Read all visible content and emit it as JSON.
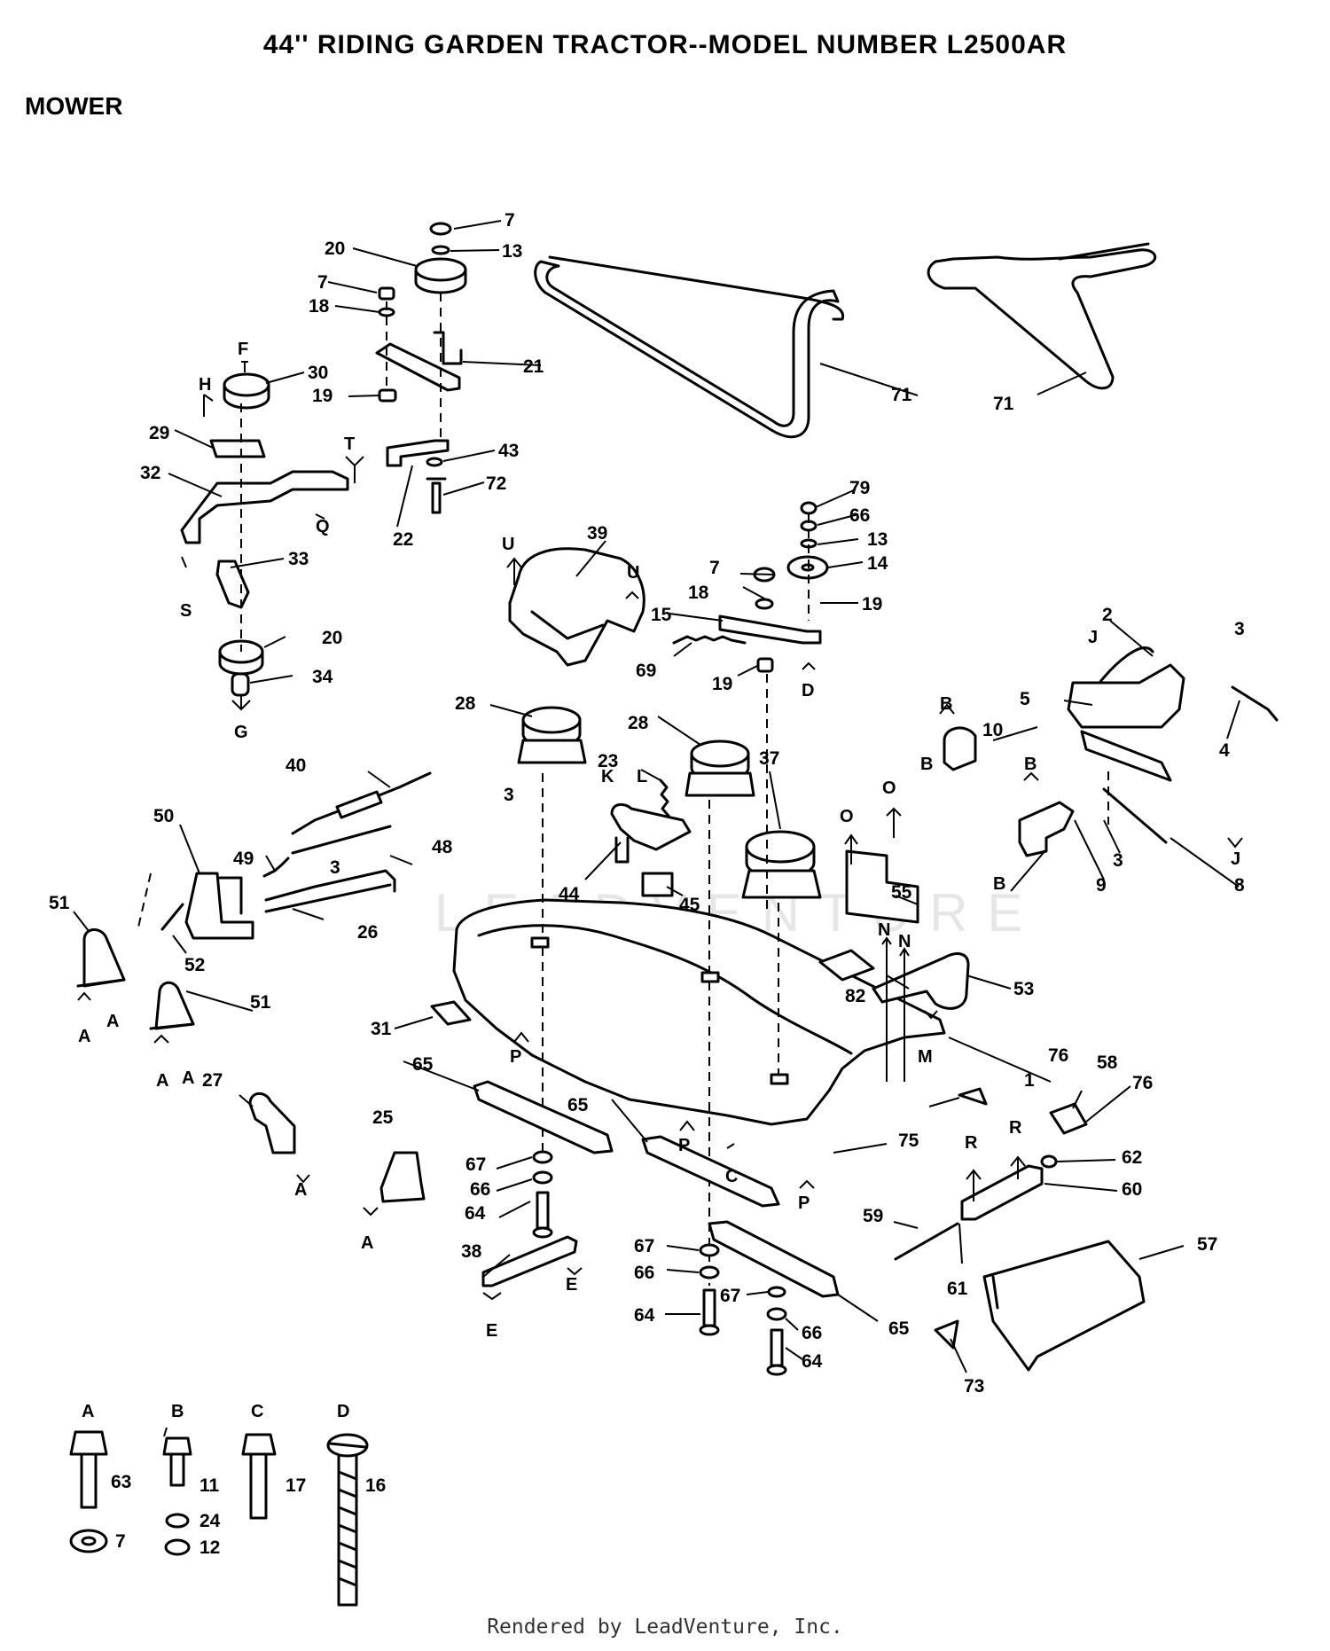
{
  "header": {
    "title": "44'' RIDING GARDEN TRACTOR--MODEL NUMBER L2500AR",
    "section": "MOWER"
  },
  "watermark": "LEADVENTURE",
  "footer": {
    "credit": "Rendered by LeadVenture, Inc."
  },
  "callouts": {
    "p1": "1",
    "p2": "2",
    "p3": "3",
    "p4": "4",
    "p5": "5",
    "p7": "7",
    "p8": "8",
    "p9": "9",
    "p10": "10",
    "p13": "13",
    "p14": "14",
    "p15": "15",
    "p18": "18",
    "p19": "19",
    "p20": "20",
    "p21": "21",
    "p22": "22",
    "p23": "23",
    "p25": "25",
    "p26": "26",
    "p27": "27",
    "p28": "28",
    "p29": "29",
    "p30": "30",
    "p31": "31",
    "p32": "32",
    "p33": "33",
    "p34": "34",
    "p37": "37",
    "p38": "38",
    "p39": "39",
    "p40": "40",
    "p43": "43",
    "p44": "44",
    "p45": "45",
    "p48": "48",
    "p49": "49",
    "p50": "50",
    "p51": "51",
    "p52": "52",
    "p53": "53",
    "p55": "55",
    "p57": "57",
    "p58": "58",
    "p59": "59",
    "p60": "60",
    "p61": "61",
    "p62": "62",
    "p64": "64",
    "p65": "65",
    "p66": "66",
    "p67": "67",
    "p69": "69",
    "p71": "71",
    "p72": "72",
    "p73": "73",
    "p75": "75",
    "p76": "76",
    "p79": "79",
    "p82": "82"
  },
  "refs": {
    "A": "A",
    "B": "B",
    "C": "C",
    "D": "D",
    "E": "E",
    "F": "F",
    "G": "G",
    "H": "H",
    "J": "J",
    "K": "K",
    "L": "L",
    "M": "M",
    "N": "N",
    "O": "O",
    "P": "P",
    "Q": "Q",
    "R": "R",
    "S": "S",
    "T": "T",
    "U": "U"
  },
  "hardware_legend": [
    {
      "key": "A",
      "parts": [
        "63",
        "7"
      ]
    },
    {
      "key": "B",
      "parts": [
        "11",
        "24",
        "12"
      ]
    },
    {
      "key": "C",
      "parts": [
        "17"
      ]
    },
    {
      "key": "D",
      "parts": [
        "16"
      ]
    }
  ]
}
